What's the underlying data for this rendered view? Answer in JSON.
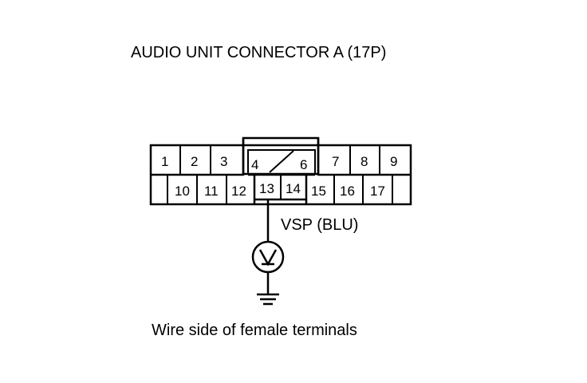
{
  "title": "AUDIO UNIT CONNECTOR A (17P)",
  "pins": {
    "p1": "1",
    "p2": "2",
    "p3": "3",
    "p4": "4",
    "p6": "6",
    "p7": "7",
    "p8": "8",
    "p9": "9",
    "p10": "10",
    "p11": "11",
    "p12": "12",
    "p13": "13",
    "p14": "14",
    "p15": "15",
    "p16": "16",
    "p17": "17"
  },
  "wire_label": "VSP (BLU)",
  "caption": "Wire side of female terminals",
  "meter_icon": "voltmeter-icon",
  "ground_icon": "ground-icon"
}
